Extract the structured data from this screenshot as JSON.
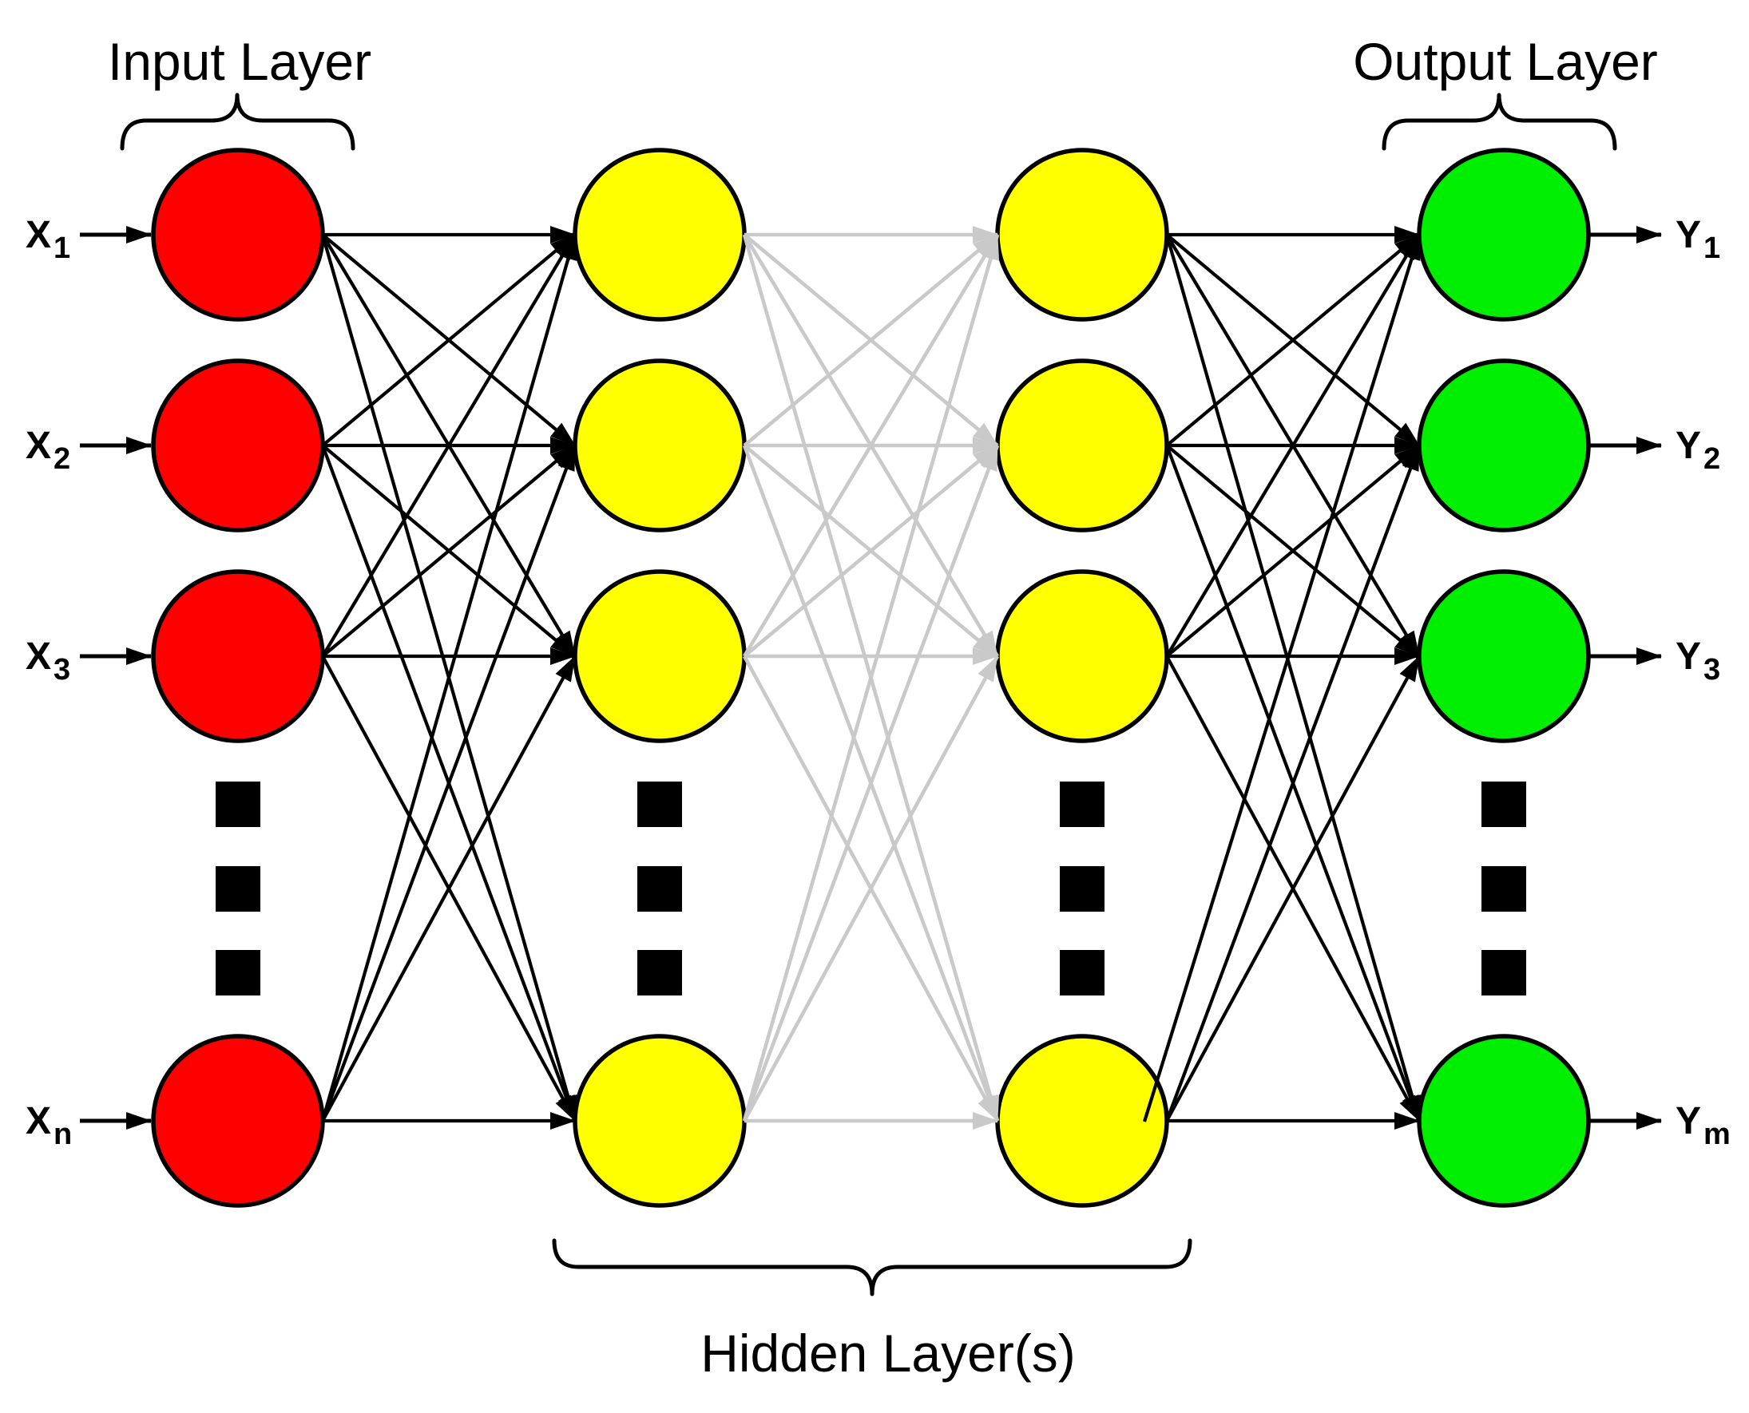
{
  "diagram": {
    "background_color": "#ffffff",
    "text_color": "#000000",
    "labels": {
      "input_layer": "Input Layer",
      "hidden_layers": "Hidden Layer(s)",
      "output_layer": "Output Layer"
    },
    "inputs": [
      {
        "base": "X",
        "sub": "1"
      },
      {
        "base": "X",
        "sub": "2"
      },
      {
        "base": "X",
        "sub": "3"
      },
      {
        "base": "X",
        "sub": "n"
      }
    ],
    "outputs": [
      {
        "base": "Y",
        "sub": "1"
      },
      {
        "base": "Y",
        "sub": "2"
      },
      {
        "base": "Y",
        "sub": "3"
      },
      {
        "base": "Y",
        "sub": "m"
      }
    ],
    "layers": [
      {
        "name": "input",
        "node_color": "#ff0000",
        "visible_nodes": 4,
        "has_ellipsis": true
      },
      {
        "name": "hidden-1",
        "node_color": "#ffff00",
        "visible_nodes": 4,
        "has_ellipsis": true
      },
      {
        "name": "hidden-2",
        "node_color": "#ffff00",
        "visible_nodes": 4,
        "has_ellipsis": true
      },
      {
        "name": "output",
        "node_color": "#00ee00",
        "visible_nodes": 4,
        "has_ellipsis": true
      }
    ],
    "connections": [
      {
        "from": "input",
        "to": "hidden-1",
        "color": "#000000"
      },
      {
        "from": "hidden-1",
        "to": "hidden-2",
        "color": "#c9c9c9"
      },
      {
        "from": "hidden-2",
        "to": "output",
        "color": "#000000"
      }
    ],
    "node_outline_color": "#000000",
    "ellipsis_color": "#000000",
    "arrow_color": "#000000"
  }
}
